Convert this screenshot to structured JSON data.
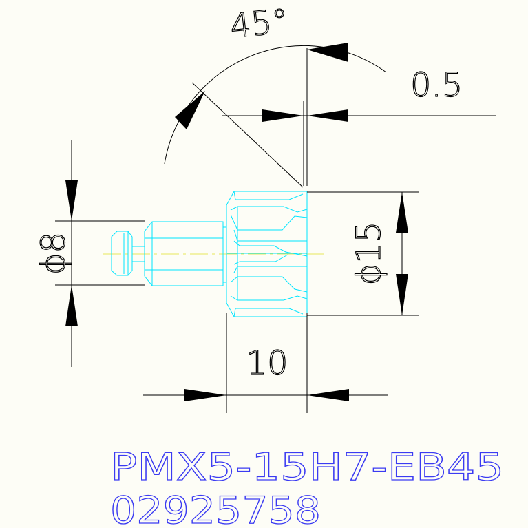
{
  "drawing": {
    "background_color": "#fdfdf6",
    "line_color": "#000000",
    "part_color": "#00e5ff",
    "centerline_color": "#e8e85a",
    "label_color": "#3b3bf2",
    "dimensions": {
      "angle": "45°",
      "chamfer": "0.5",
      "shaft_diameter": "ϕ8",
      "gear_diameter": "ϕ15",
      "gear_width": "10"
    },
    "part_number": "PMX5-15H7-EB45",
    "code": "02925758"
  }
}
